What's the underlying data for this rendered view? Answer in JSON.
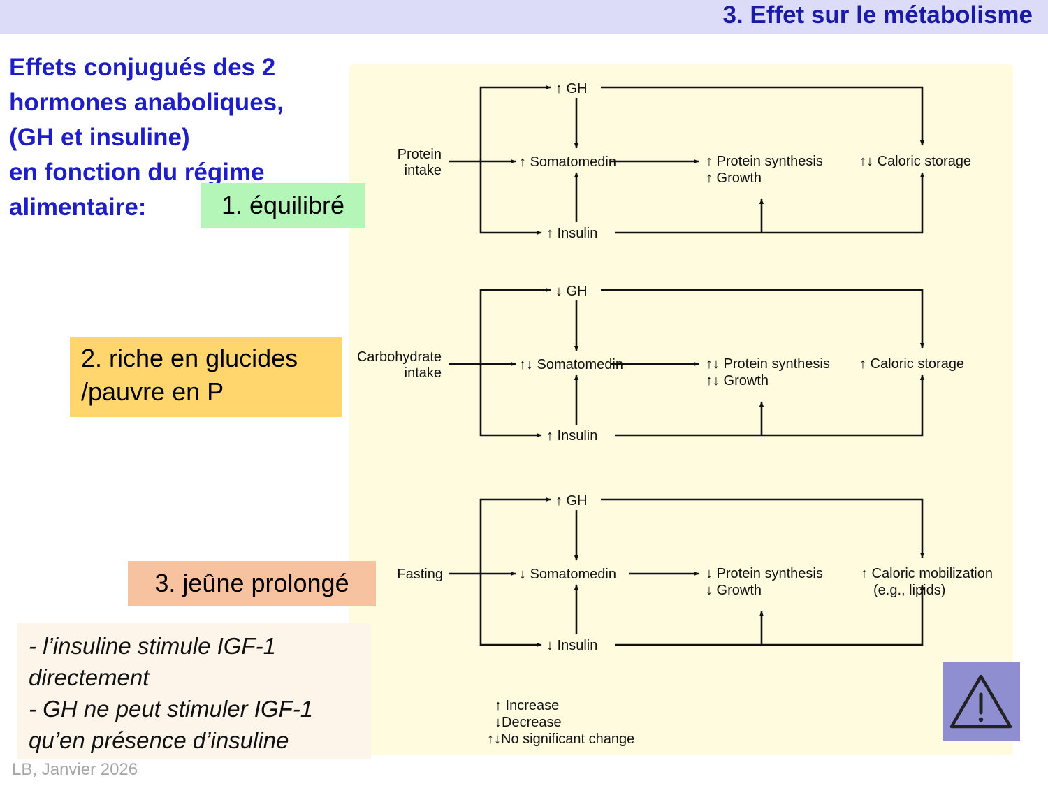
{
  "header": {
    "title": "3. Effet sur le métabolisme"
  },
  "intro": {
    "lines": [
      "Effets conjugués des 2",
      "hormones anaboliques,",
      "(GH et insuline)",
      "en fonction du régime",
      "alimentaire:"
    ]
  },
  "diet_labels": {
    "balanced": "1. équilibré",
    "carb_line1": "2. riche en glucides",
    "carb_line2": "/pauvre en P",
    "fasting": "3. jeûne prolongé"
  },
  "notes": {
    "lines": [
      "-  l’insuline stimule IGF-1",
      "directement",
      "- GH ne peut stimuler IGF-1",
      "qu’en présence d’insuline"
    ]
  },
  "footer": {
    "text": "LB, Janvier 2026"
  },
  "diagram": {
    "panels": [
      {
        "input": [
          "Protein",
          "intake"
        ],
        "gh": "↑ GH",
        "somatomedin": "↑ Somatomedin",
        "insulin": "↑ Insulin",
        "synthesis": "↑ Protein synthesis",
        "growth": "↑ Growth",
        "storage": [
          "↑↓ Caloric storage"
        ]
      },
      {
        "input": [
          "Carbohydrate",
          "intake"
        ],
        "gh": "↓ GH",
        "somatomedin": "↑↓ Somatomedin",
        "insulin": "↑ Insulin",
        "synthesis": "↑↓ Protein synthesis",
        "growth": "↑↓ Growth",
        "storage": [
          "↑ Caloric storage"
        ]
      },
      {
        "input": [
          "Fasting"
        ],
        "gh": "↑ GH",
        "somatomedin": "↓ Somatomedin",
        "insulin": "↓ Insulin",
        "synthesis": "↓ Protein synthesis",
        "growth": "↓ Growth",
        "storage": [
          "↑ Caloric mobilization",
          "(e.g., lipids)"
        ]
      }
    ],
    "legend": [
      "↑ Increase",
      "↓Decrease",
      "↑↓No significant change"
    ]
  },
  "colors": {
    "title": "#1a1aa8",
    "intro": "#1e1ec8",
    "tag_balanced": "#b4f5b8",
    "tag_carb": "#ffd56e",
    "tag_fasting": "#f7c2a0",
    "notes_bg": "#fdf4ea",
    "panel_bg": "#fefbdf",
    "warning_bg": "#8e8ed0"
  },
  "icons": {
    "warning": "warning-triangle-icon"
  }
}
